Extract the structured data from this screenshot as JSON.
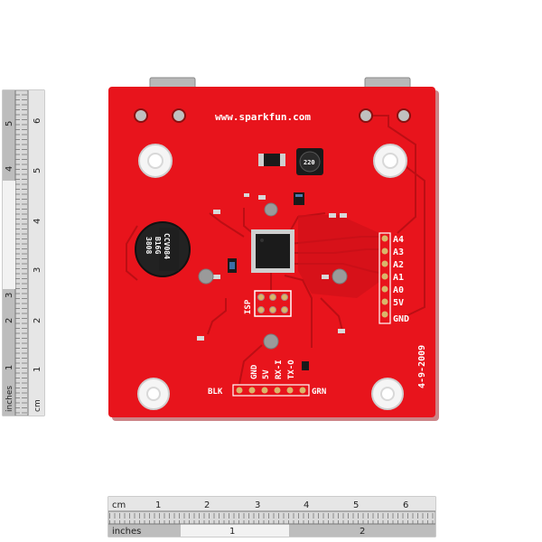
{
  "board": {
    "url": "www.sparkfun.com",
    "isp_label": "ISP",
    "date_code": "4-9-2009",
    "buzzer_lines": [
      "CCV084",
      "B16G",
      "3808"
    ],
    "inductor_label": "220",
    "right_header_pins": [
      "A4",
      "A3",
      "A2",
      "A1",
      "A0",
      "5V",
      "GND"
    ],
    "bottom_header_labels": [
      "GND",
      "5V",
      "RX-I",
      "TX-O"
    ],
    "bottom_left_label": "BLK",
    "bottom_right_label": "GRN",
    "pcb_color": "#e8141c",
    "silk_color": "#ffffff"
  },
  "ruler_vertical": {
    "left_numbers": [
      "1",
      "2",
      "3",
      "4",
      "5"
    ],
    "right_numbers": [
      "6",
      "5",
      "4",
      "3",
      "2",
      "1"
    ],
    "units_inches": "inches",
    "units_cm": "cm"
  },
  "ruler_horizontal": {
    "units_cm": "cm",
    "units_inches": "inches",
    "cm_numbers": [
      "1",
      "2",
      "3",
      "4",
      "5",
      "6"
    ],
    "inch_numbers": [
      "1",
      "2"
    ]
  }
}
